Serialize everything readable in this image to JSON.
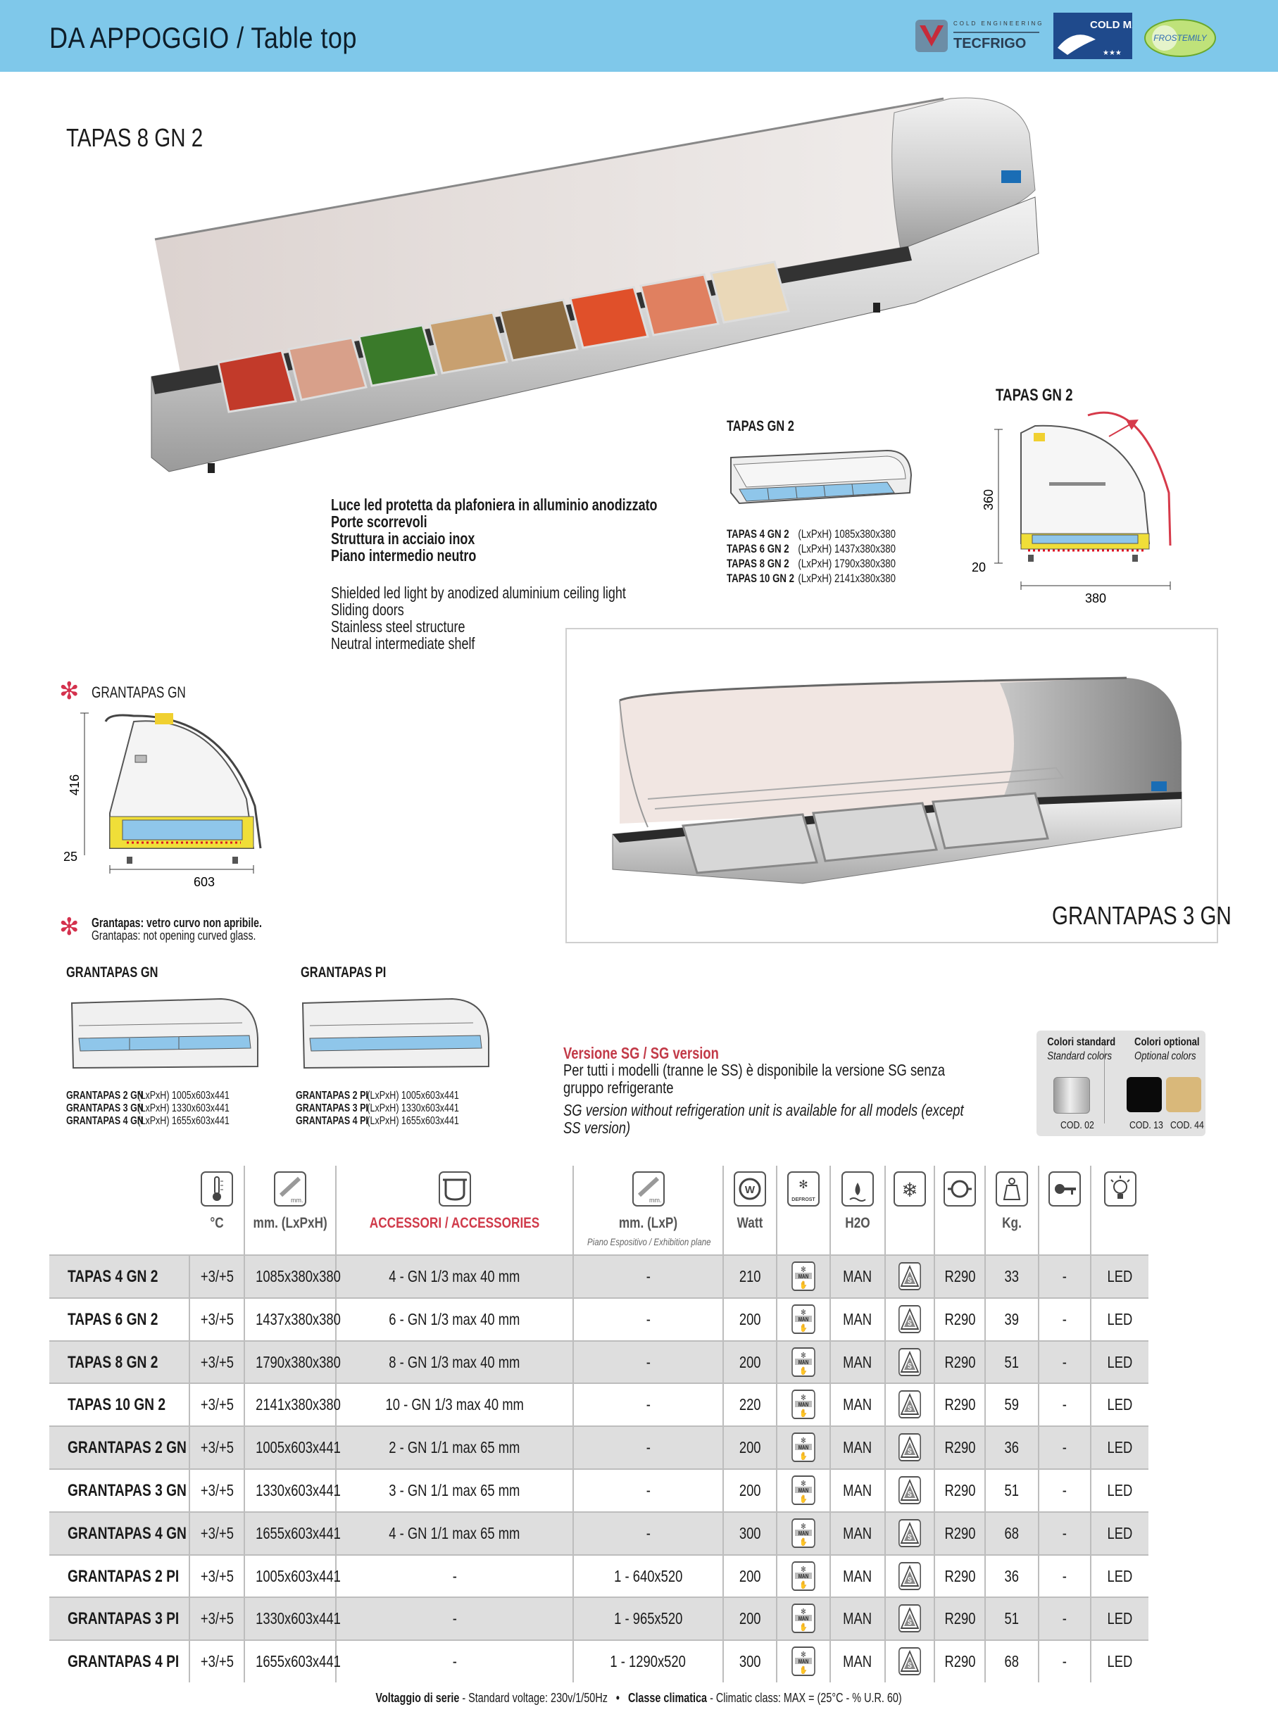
{
  "header": {
    "title": "DA APPOGGIO / Table top",
    "logo_tecfrigo_small": "COLD ENGINEERING",
    "logo_tecfrigo": "TECFRIGO",
    "logo_coldmaster": "COLD MASTER",
    "logo_frostemily": "FROSTEMILY"
  },
  "main_model": {
    "title": "TAPAS 8 GN 2"
  },
  "features": {
    "it": [
      "Luce led protetta da plafoniera in alluminio anodizzato",
      "Porte scorrevoli",
      "Struttura in acciaio inox",
      "Piano intermedio neutro"
    ],
    "en": [
      "Shielded led light by anodized aluminium ceiling light",
      "Sliding doors",
      "Stainless steel structure",
      "Neutral intermediate shelf"
    ]
  },
  "tapas_gn2_block": {
    "title": "TAPAS GN 2",
    "specs": [
      {
        "name": "TAPAS 4 GN 2",
        "dims": "(LxPxH) 1085x380x380"
      },
      {
        "name": "TAPAS 6 GN 2",
        "dims": "(LxPxH) 1437x380x380"
      },
      {
        "name": "TAPAS 8 GN 2",
        "dims": "(LxPxH) 1790x380x380"
      },
      {
        "name": "TAPAS 10 GN 2",
        "dims": "(LxPxH) 2141x380x380"
      }
    ]
  },
  "tapas_diagram": {
    "title": "TAPAS GN 2",
    "height": "360",
    "base": "20",
    "width": "380"
  },
  "grantapas_diagram": {
    "title": "GRANTAPAS GN",
    "height": "416",
    "base": "25",
    "width": "603"
  },
  "grantapas_note": {
    "it": "Grantapas: vetro curvo non apribile.",
    "en": "Grantapas: not opening curved glass."
  },
  "grantapas_photo": {
    "caption": "GRANTAPAS 3 GN"
  },
  "grantapas_gn_block": {
    "title": "GRANTAPAS GN",
    "specs": [
      {
        "name": "GRANTAPAS 2 GN",
        "dims": "(LxPxH) 1005x603x441"
      },
      {
        "name": "GRANTAPAS 3 GN",
        "dims": "(LxPxH) 1330x603x441"
      },
      {
        "name": "GRANTAPAS 4 GN",
        "dims": "(LxPxH) 1655x603x441"
      }
    ]
  },
  "grantapas_pi_block": {
    "title": "GRANTAPAS PI",
    "specs": [
      {
        "name": "GRANTAPAS 2 PI",
        "dims": "(LxPxH) 1005x603x441"
      },
      {
        "name": "GRANTAPAS 3 PI",
        "dims": "(LxPxH) 1330x603x441"
      },
      {
        "name": "GRANTAPAS 4 PI",
        "dims": "(LxPxH) 1655x603x441"
      }
    ]
  },
  "sg_version": {
    "title": "Versione SG / SG version",
    "it": "Per tutti i modelli (tranne le SS) è disponibile la versione SG senza gruppo refrigerante",
    "en": "SG version without refrigeration unit is available for all models (except SS version)"
  },
  "colors": {
    "standard_it": "Colori standard",
    "standard_en": "Standard colors",
    "optional_it": "Colori optional",
    "optional_en": "Optional colors",
    "swatches": [
      {
        "code": "COD. 02",
        "color": "#c8c8c8"
      },
      {
        "code": "COD. 13",
        "color": "#0a0a0a"
      },
      {
        "code": "COD. 44",
        "color": "#d9b87a"
      }
    ]
  },
  "table": {
    "headers": {
      "temp": "°C",
      "dims": "mm. (LxPxH)",
      "accessories": "ACCESSORI / ACCESSORIES",
      "plane": "mm. (LxP)",
      "plane_sub": "Piano Espositivo / Exhibition plane",
      "watt": "Watt",
      "h2o": "H2O",
      "kg": "Kg.",
      "icon_mm": "mm.",
      "icon_defrost": "DEFROST"
    },
    "rows": [
      {
        "name": "TAPAS 4 GN 2",
        "temp": "+3/+5",
        "dims": "1085x380x380",
        "acc": "4 - GN 1/3 max 40 mm",
        "plane": "-",
        "watt": "210",
        "water": "MAN",
        "gas": "R290",
        "kg": "33",
        "lock": "-",
        "light": "LED"
      },
      {
        "name": "TAPAS 6 GN 2",
        "temp": "+3/+5",
        "dims": "1437x380x380",
        "acc": "6 - GN 1/3 max 40 mm",
        "plane": "-",
        "watt": "200",
        "water": "MAN",
        "gas": "R290",
        "kg": "39",
        "lock": "-",
        "light": "LED"
      },
      {
        "name": "TAPAS 8 GN 2",
        "temp": "+3/+5",
        "dims": "1790x380x380",
        "acc": "8 - GN 1/3 max 40 mm",
        "plane": "-",
        "watt": "200",
        "water": "MAN",
        "gas": "R290",
        "kg": "51",
        "lock": "-",
        "light": "LED"
      },
      {
        "name": "TAPAS 10 GN 2",
        "temp": "+3/+5",
        "dims": "2141x380x380",
        "acc": "10 - GN 1/3 max 40 mm",
        "plane": "-",
        "watt": "220",
        "water": "MAN",
        "gas": "R290",
        "kg": "59",
        "lock": "-",
        "light": "LED"
      },
      {
        "name": "GRANTAPAS 2 GN",
        "temp": "+3/+5",
        "dims": "1005x603x441",
        "acc": "2 - GN 1/1 max 65 mm",
        "plane": "-",
        "watt": "200",
        "water": "MAN",
        "gas": "R290",
        "kg": "36",
        "lock": "-",
        "light": "LED"
      },
      {
        "name": "GRANTAPAS 3 GN",
        "temp": "+3/+5",
        "dims": "1330x603x441",
        "acc": "3 - GN 1/1 max 65 mm",
        "plane": "-",
        "watt": "200",
        "water": "MAN",
        "gas": "R290",
        "kg": "51",
        "lock": "-",
        "light": "LED"
      },
      {
        "name": "GRANTAPAS 4 GN",
        "temp": "+3/+5",
        "dims": "1655x603x441",
        "acc": "4 - GN 1/1 max 65 mm",
        "plane": "-",
        "watt": "300",
        "water": "MAN",
        "gas": "R290",
        "kg": "68",
        "lock": "-",
        "light": "LED"
      },
      {
        "name": "GRANTAPAS 2 PI",
        "temp": "+3/+5",
        "dims": "1005x603x441",
        "acc": "-",
        "plane": "1 - 640x520",
        "watt": "200",
        "water": "MAN",
        "gas": "R290",
        "kg": "36",
        "lock": "-",
        "light": "LED"
      },
      {
        "name": "GRANTAPAS 3 PI",
        "temp": "+3/+5",
        "dims": "1330x603x441",
        "acc": "-",
        "plane": "1 - 965x520",
        "watt": "200",
        "water": "MAN",
        "gas": "R290",
        "kg": "51",
        "lock": "-",
        "light": "LED"
      },
      {
        "name": "GRANTAPAS 4 PI",
        "temp": "+3/+5",
        "dims": "1655x603x441",
        "acc": "-",
        "plane": "1 - 1290x520",
        "watt": "300",
        "water": "MAN",
        "gas": "R290",
        "kg": "68",
        "lock": "-",
        "light": "LED"
      }
    ],
    "defrost_icon_text": "MAN",
    "shelf_icon_text": "S"
  },
  "footer": {
    "voltage_label": "Voltaggio di serie",
    "voltage_text": "- Standard voltage: 230v/1/50Hz",
    "bullet": "•",
    "class_label": "Classe climatica",
    "class_text": "- Climatic class: MAX = (25°C - % U.R. 60)"
  }
}
